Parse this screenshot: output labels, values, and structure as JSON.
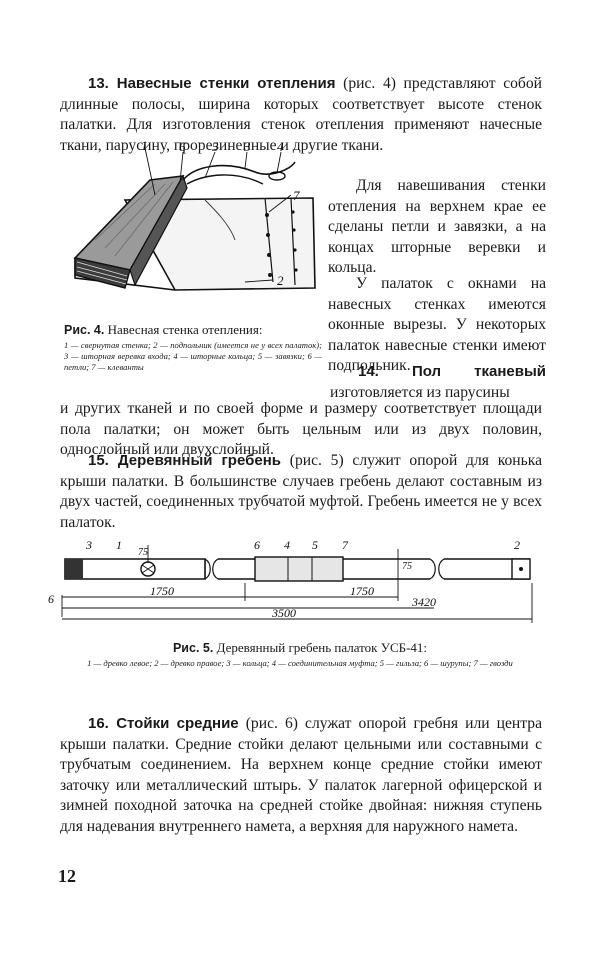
{
  "page": {
    "number": "12",
    "s13_head": "13. Навесные стенки отепления",
    "s13_text": "(рис. 4) представляют собой длинные полосы, ширина которых соответствует высоте стенок палатки. Для изготовления стенок отепления применяют начесные ткани, парусину, прорезиненные и другие ткани.",
    "s13_text2": "Для навешивания стенки отепления на верхнем крае ее сделаны петли и завязки, а на концах шторные веревки и кольца.",
    "s13_text3": "У палаток с окнами на навесных стенках имеются оконные вырезы. У некоторых палаток навесные стенки имеют подпольник.",
    "fig4_caption_label": "Рис. 4.",
    "fig4_caption": "Навесная стенка отепления:",
    "fig4_legend": "1 — свернутая стенка; 2 — подпольник (имеется не у всех палаток); 3 — шторная веревка входа; 4 — шторные кольца; 5 — завязки; 6 — петли; 7 — клеванты",
    "fig4_labels": [
      "1",
      "6",
      "5",
      "3",
      "4",
      "7",
      "2"
    ],
    "s14_head": "14. Пол тканевый",
    "s14_text_a": "изготовляется из парусины",
    "s14_text_b": "и других тканей и по своей форме и размеру соответствует площади пола палатки; он может быть цельным или из двух половин, однослойный или двухслойный.",
    "s15_head": "15. Деревянный гребень",
    "s15_text": "(рис. 5) служит опорой для конька крыши палатки. В большинстве случаев гребень делают составным из двух частей, соединенных трубчатой муфтой. Гребень имеется не у всех палаток.",
    "fig5_labels": [
      "3",
      "1",
      "75",
      "6",
      "4",
      "5",
      "7",
      "75",
      "2",
      "6"
    ],
    "fig5_dims": [
      "1750",
      "1750",
      "3420",
      "3500"
    ],
    "fig5_caption_label": "Рис. 5.",
    "fig5_caption": "Деревянный гребень палаток УСБ-41:",
    "fig5_legend": "1 — древко левое; 2 — древко правое; 3 — кольца; 4 — соединительная муфта; 5 — гильза; 6 — шурупы; 7 — гвозди",
    "s16_head": "16. Стойки средние",
    "s16_text": "(рис. 6) служат опорой гребня или центра крыши палатки. Средние стойки делают цельными или составными с трубчатым соединением. На верхнем конце средние стойки имеют заточку или металлический штырь. У палаток лагерной офицерской и зимней походной заточка на средней стойке двойная: нижняя ступень для надевания внутреннего намета, а верхняя для наружного намета."
  }
}
